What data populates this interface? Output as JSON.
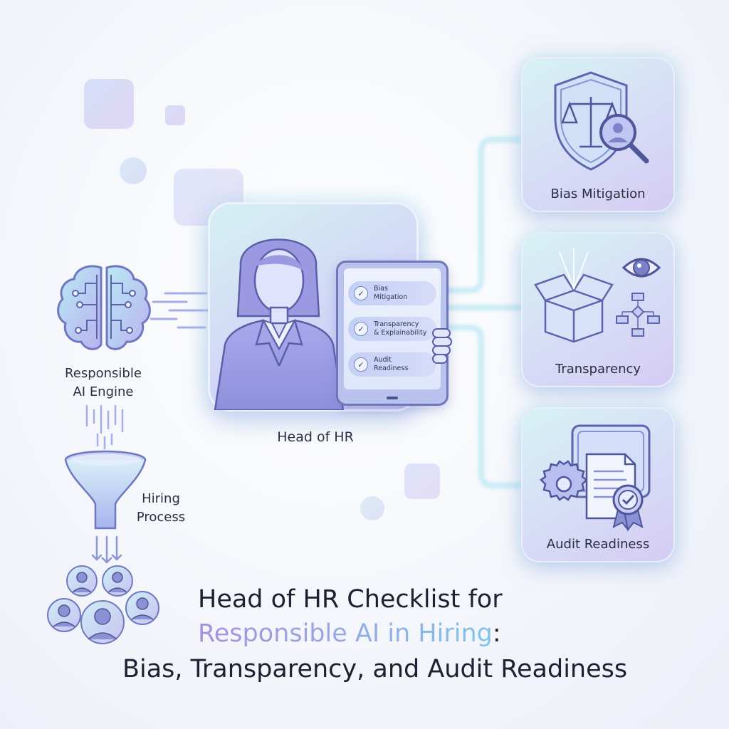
{
  "diagram": {
    "engine_label_line1": "Responsible",
    "engine_label_line2": "AI Engine",
    "funnel_label_line1": "Hiring",
    "funnel_label_line2": "Process",
    "center_label": "Head of HR",
    "tablet_items": [
      {
        "line1": "Bias",
        "line2": "Mitigation"
      },
      {
        "line1": "Transparency",
        "line2": "& Explainability"
      },
      {
        "line1": "Audit",
        "line2": "Readiness"
      }
    ],
    "cards": [
      {
        "title": "Bias Mitigation",
        "icon": "shield-scale-magnifier-icon"
      },
      {
        "title": "Transparency",
        "icon": "open-box-eye-flowchart-icon"
      },
      {
        "title": "Audit Readiness",
        "icon": "gear-document-badge-icon"
      }
    ],
    "check_glyph": "✓"
  },
  "title": {
    "line1": "Head of HR Checklist for",
    "line2_highlight": "Responsible AI in Hiring",
    "line2_suffix": ":",
    "line3": "Bias, Transparency, and Audit Readiness"
  },
  "colors": {
    "accent_gradient_start": "#a98fe0",
    "accent_gradient_end": "#7fc4ea",
    "connector": "#b7e6f2",
    "text": "#2a2d40"
  }
}
